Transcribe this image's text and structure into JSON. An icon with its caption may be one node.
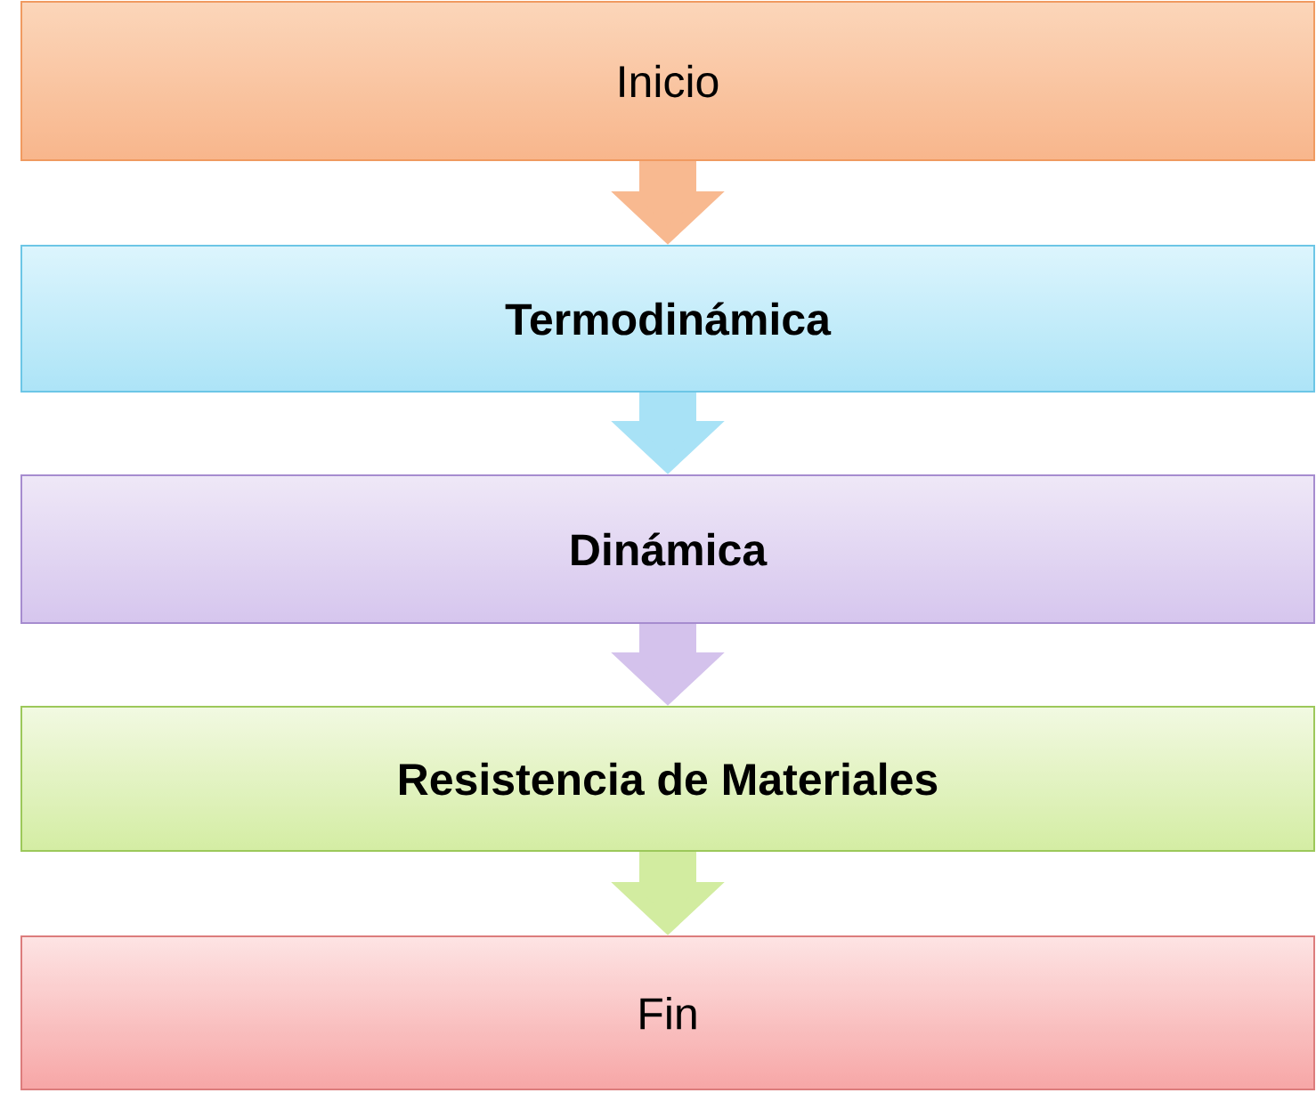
{
  "diagram": {
    "nodes": [
      {
        "text": [
          "Inicio"
        ]
      },
      {
        "text": [
          "Termodinámica"
        ]
      },
      {
        "text": [
          "Dinámica"
        ]
      },
      {
        "text": [
          "Resistencia de Materiales"
        ]
      },
      {
        "text": [
          "Fin"
        ]
      }
    ],
    "edges": [
      {
        "from": 0,
        "to": 1,
        "arrow": "to",
        "color": "#f8b990"
      },
      {
        "from": 1,
        "to": 2,
        "arrow": "to",
        "color": "#a8e2f6"
      },
      {
        "from": 2,
        "to": 3,
        "arrow": "to",
        "color": "#d4c2ec"
      },
      {
        "from": 3,
        "to": 4,
        "arrow": "to",
        "color": "#d2eca0"
      }
    ]
  }
}
